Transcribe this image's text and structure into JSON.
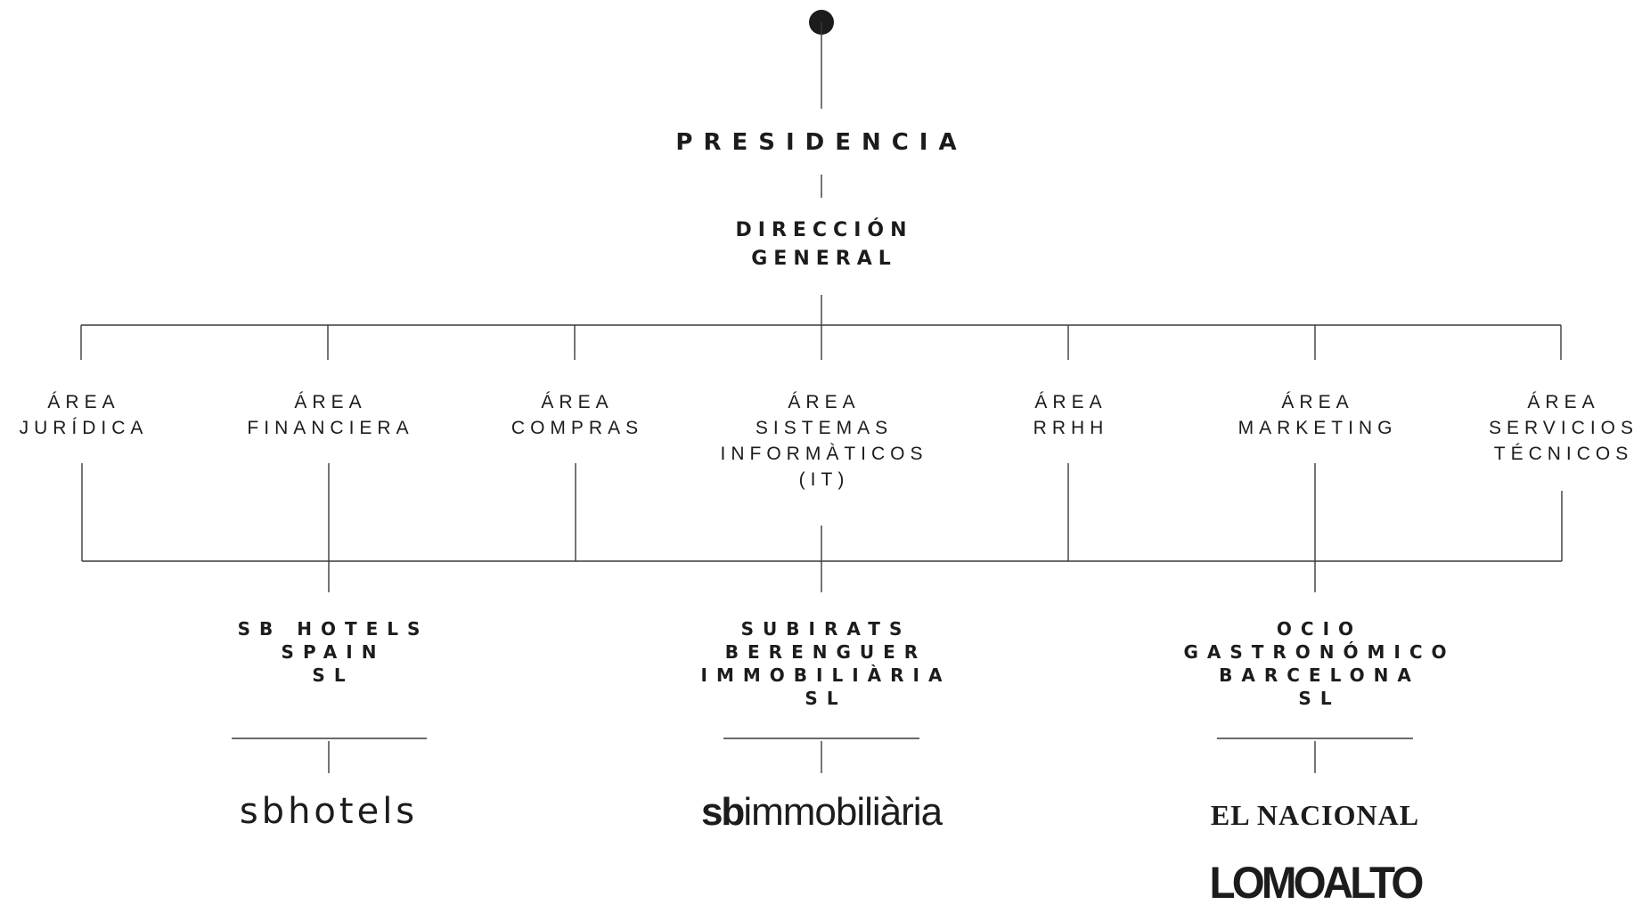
{
  "org_chart": {
    "top": "PRESIDENCIA",
    "direction": "DIRECCIÓN\nGENERAL",
    "areas": [
      "ÁREA\nJURÍDICA",
      "ÁREA\nFINANCIERA",
      "ÁREA\nCOMPRAS",
      "ÁREA\nSISTEMAS\nINFORMÀTICOS\n(IT)",
      "ÁREA\nRRHH",
      "ÁREA\nMARKETING",
      "ÁREA\nSERVICIOS\nTÉCNICOS"
    ],
    "companies": [
      "SB HOTELS\nSPAIN\nSL",
      "SUBIRATS\nBERENGUER\nIMMOBILIÀRIA\nSL",
      "OCIO\nGASTRONÓMICO\nBARCELONA\nSL"
    ],
    "brands": {
      "sbhotels": "sbhotels",
      "sbimmobiliaria_bold": "sb",
      "sbimmobiliaria_light": "immobiliària",
      "el_nacional": "EL NACIONAL",
      "lomoalto": "LOMOALTO"
    }
  },
  "colors": {
    "ink": "#1c1c1c",
    "line": "#3a3a3a",
    "background": "#ffffff"
  }
}
